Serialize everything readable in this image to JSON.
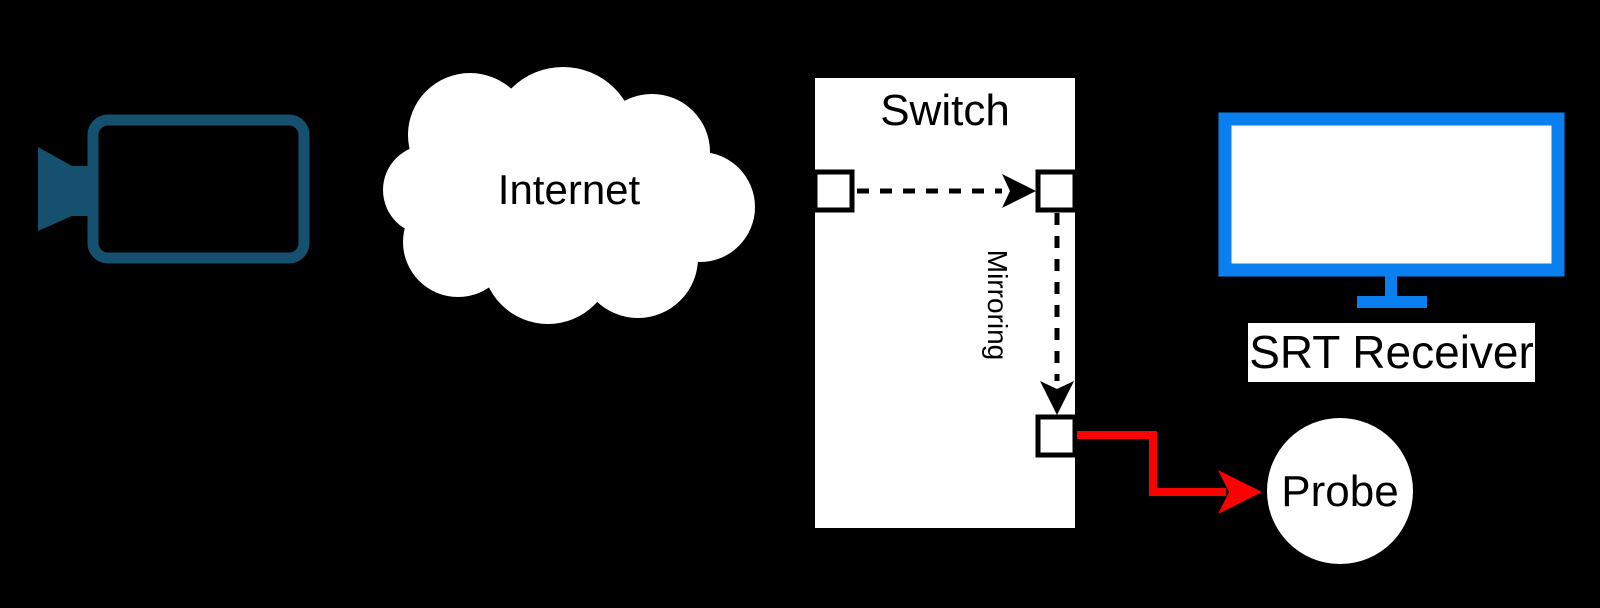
{
  "colors": {
    "background": "#000000",
    "shape_fill": "#ffffff",
    "line": "#000000",
    "camera_teal": "#15506e",
    "monitor_blue": "#0a80f0",
    "arrow_red": "#ff0000"
  },
  "nodes": {
    "camera": {
      "icon": "video-camera-icon"
    },
    "cloud": {
      "icon": "cloud-icon",
      "label": "Internet"
    },
    "switch": {
      "label": "Switch",
      "port_count": 3
    },
    "receiver": {
      "icon": "monitor-icon",
      "label": "SRT Receiver"
    },
    "probe": {
      "icon": "circle-icon",
      "label": "Probe"
    }
  },
  "edges": [
    {
      "from": "switch-port-in",
      "to": "switch-port-out",
      "style": "dashed",
      "color": "#000000"
    },
    {
      "from": "switch-port-out",
      "to": "switch-port-mirror",
      "style": "dashed",
      "color": "#000000",
      "label": "Mirroring"
    },
    {
      "from": "switch-port-mirror",
      "to": "probe",
      "style": "solid",
      "color": "#ff0000"
    }
  ]
}
